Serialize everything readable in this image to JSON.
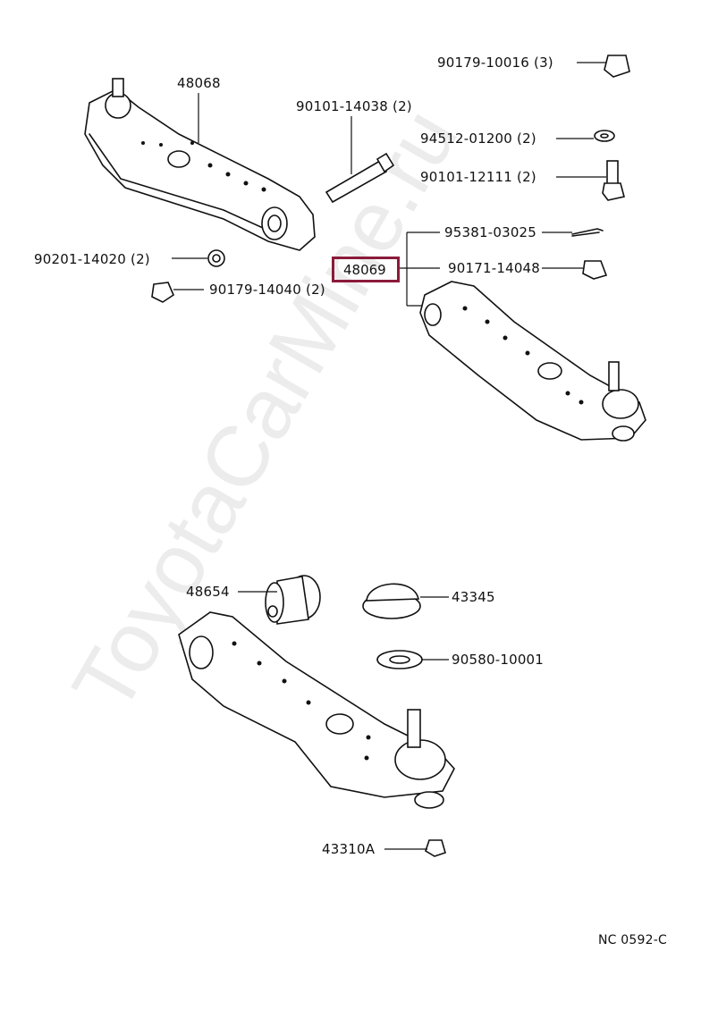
{
  "watermark": "ToyotaCarMine.ru",
  "diagram_code": "NC 0592-C",
  "highlighted_part": "48069",
  "labels": {
    "p48068": "48068",
    "p9010114038": "90101-14038 (2)",
    "p9017910016": "90179-10016 (3)",
    "p9451201200": "94512-01200 (2)",
    "p9010112111": "90101-12111 (2)",
    "p9020114020": "90201-14020 (2)",
    "p9017914040": "90179-14040 (2)",
    "p9538103025": "95381-03025",
    "p9017114048": "90171-14048",
    "p48654": "48654",
    "p43345": "43345",
    "p9058010001": "90580-10001",
    "p43310A": "43310A"
  }
}
